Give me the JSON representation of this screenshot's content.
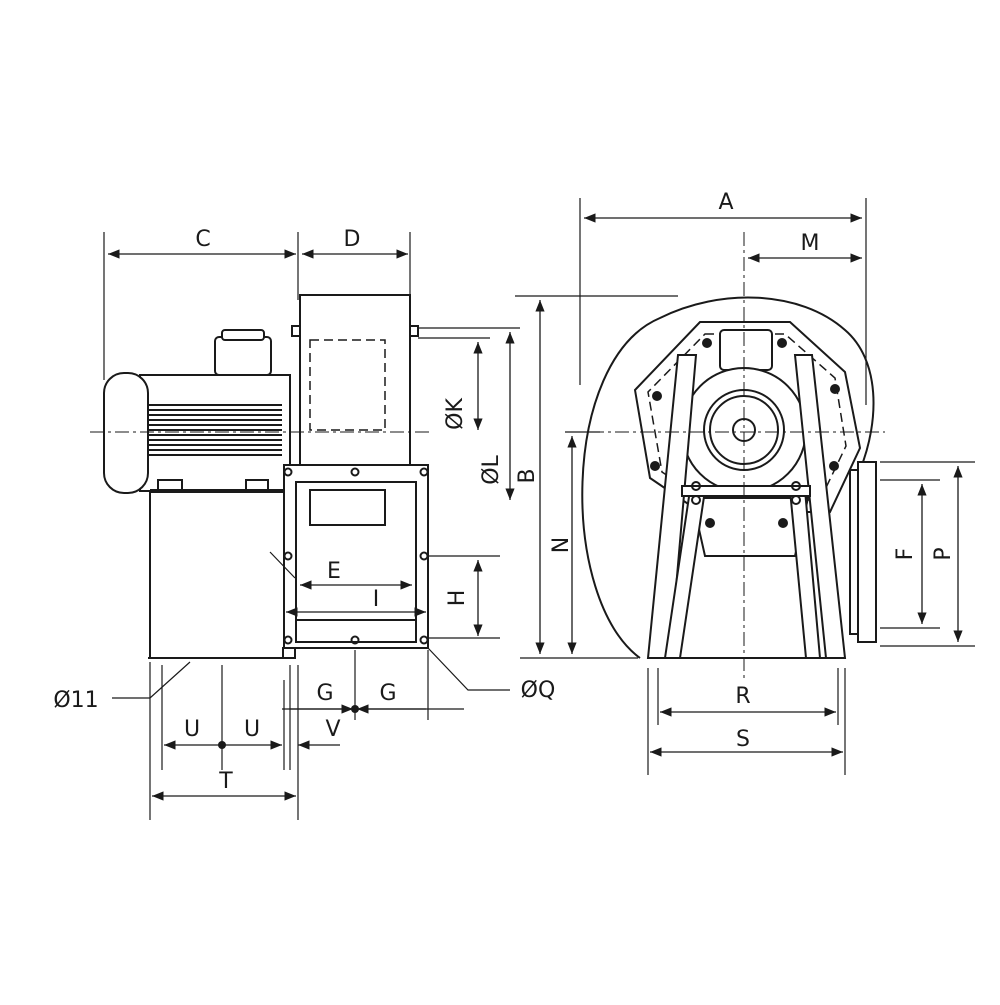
{
  "labels": {
    "A": "A",
    "B": "B",
    "C": "C",
    "D": "D",
    "E": "E",
    "F": "F",
    "G1": "G",
    "G2": "G",
    "H": "H",
    "I": "I",
    "K": "ØK",
    "L": "ØL",
    "M": "M",
    "N": "N",
    "P": "P",
    "Q": "ØQ",
    "R": "R",
    "S": "S",
    "T": "T",
    "U1": "U",
    "U2": "U",
    "V": "V",
    "hole": "Ø11"
  }
}
